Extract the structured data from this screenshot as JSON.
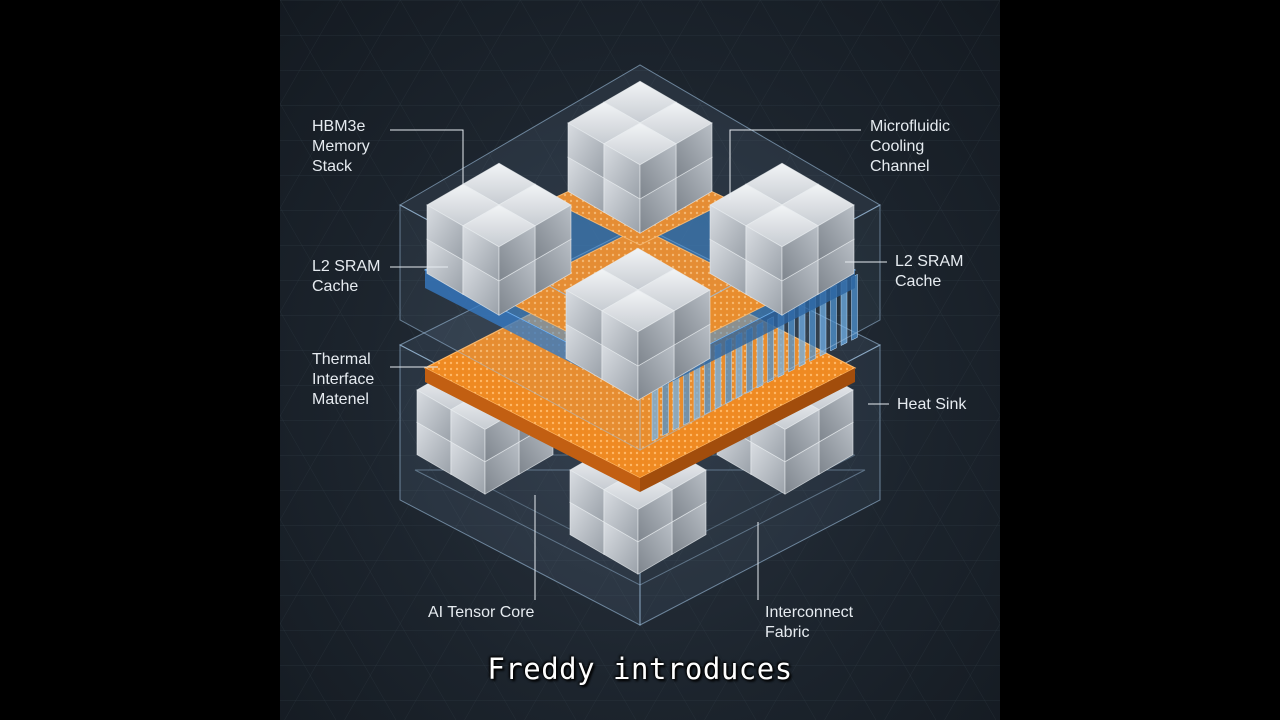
{
  "diagram": {
    "labels": {
      "hbm": "HBM3e\nMemory\nStack",
      "microfluidic": "Microfluidic\nCooling\nChannel",
      "l2_left": "L2 SRAM\nCache",
      "l2_right": "L2 SRAM\nCache",
      "thermal": "Thermal\nInterface\nMatenel",
      "heatsink": "Heat Sink",
      "tensor": "AI Tensor Core",
      "interconnect": "Interconnect\nFabric"
    }
  },
  "caption": {
    "text": "Freddy introduces"
  },
  "colors": {
    "orange": "#f08a24",
    "blue": "#3a8fe0",
    "glass": "#8fb3d6",
    "cube": "#c9ced4"
  }
}
